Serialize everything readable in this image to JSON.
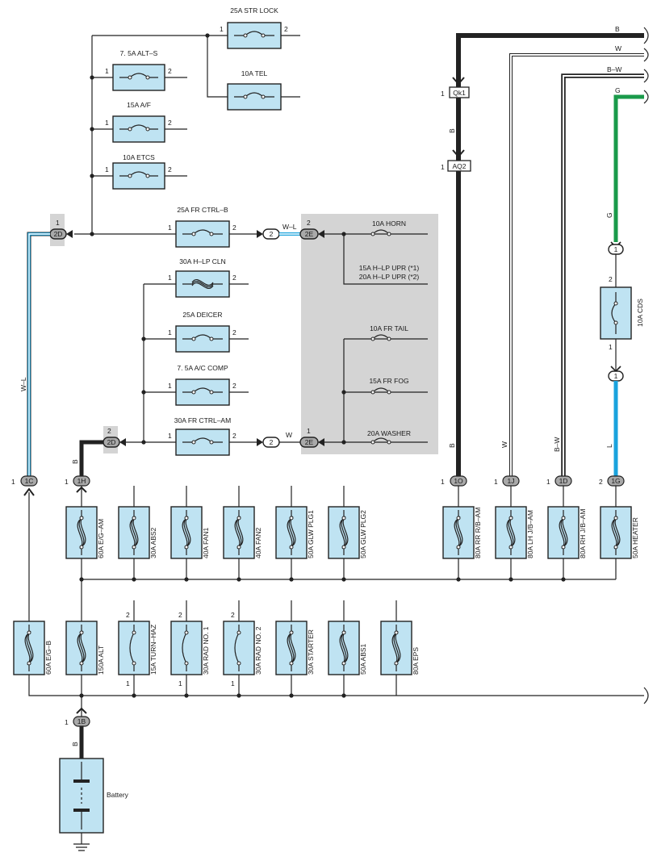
{
  "fuses_top": [
    {
      "label": "25A STR LOCK",
      "pin_left": "1",
      "pin_right": "2"
    },
    {
      "label": "7. 5A ALT–S",
      "pin_left": "1",
      "pin_right": "2"
    },
    {
      "label": "10A TEL"
    },
    {
      "label": "15A A/F",
      "pin_left": "1",
      "pin_right": "2"
    },
    {
      "label": "10A ETCS",
      "pin_left": "1",
      "pin_right": "2"
    }
  ],
  "fuses_mid": [
    {
      "label": "25A FR CTRL–B",
      "pin_left": "1",
      "pin_right": "2"
    },
    {
      "label": "30A H–LP CLN",
      "pin_left": "1",
      "pin_right": "2"
    },
    {
      "label": "25A DEICER",
      "pin_left": "1",
      "pin_right": "2"
    },
    {
      "label": "7. 5A A/C COMP",
      "pin_left": "1",
      "pin_right": "2"
    },
    {
      "label": "30A FR CTRL–AM",
      "pin_left": "1",
      "pin_right": "2"
    }
  ],
  "fuses_gray": [
    {
      "label": "10A HORN"
    },
    {
      "label": "15A H–LP UPR (*1)"
    },
    {
      "label": "20A H–LP UPR (*2)"
    },
    {
      "label": "10A FR TAIL"
    },
    {
      "label": "15A FR FOG"
    },
    {
      "label": "20A WASHER"
    }
  ],
  "fuses_row1": [
    "60A E/G–AM",
    "30A ABS2",
    "40A FAN1",
    "40A FAN2",
    "50A GLW PLG1",
    "50A GLW PLG2"
  ],
  "fuses_row1_right": [
    "80A RR R/B–AM",
    "80A LH J/B–AM",
    "80A RH J/B–AM",
    "50A HEATER"
  ],
  "fuses_row2": [
    "60A E/G–B",
    "150A ALT",
    "15A TURN–HAZ",
    "30A RAD NO. 1",
    "30A RAD NO. 2",
    "30A STARTER",
    "50A ABS1",
    "80A EPS"
  ],
  "fuse_cds": {
    "label": "10A CDS",
    "pin_top": "2",
    "pin_bottom": "1"
  },
  "connectors": {
    "c2d_top": "2D",
    "c2d_top_pin": "1",
    "c2d_bot": "2D",
    "c2d_bot_pin": "2",
    "c2_a": "2",
    "c2e_a": "2E",
    "c2e_a_pin": "2",
    "c2_b": "2",
    "c2e_b": "2E",
    "c2e_b_pin": "1",
    "c1c": "1C",
    "c1c_pin": "1",
    "c1h": "1H",
    "c1h_pin": "1",
    "c1o": "1O",
    "c1o_pin": "1",
    "c1j": "1J",
    "c1j_pin": "1",
    "c1d": "1D",
    "c1d_pin": "1",
    "c1g": "1G",
    "c1g_pin": "2",
    "cqk1": "Qk1",
    "cqk1_pin": "1",
    "caq2": "AQ2",
    "caq2_pin": "1",
    "c1_top": "1",
    "c1_bot": "1",
    "c1b": "1B",
    "c1b_pin": "1"
  },
  "wires": {
    "b": "B",
    "w": "W",
    "bw": "B–W",
    "g": "G",
    "wl": "W–L",
    "l": "L"
  },
  "pins_row2": {
    "turn_top": "2",
    "turn_bot": "1",
    "rad1_top": "2",
    "rad1_bot": "1",
    "rad2_top": "2",
    "rad2_bot": "1"
  },
  "battery": {
    "label": "Battery"
  },
  "colors": {
    "fuse_fill": "#bfe3f2",
    "gray_box": "#d4d4d4",
    "green_wire": "#1a9a4a",
    "blue_wire": "#1aa3dd",
    "wire": "#222222"
  }
}
